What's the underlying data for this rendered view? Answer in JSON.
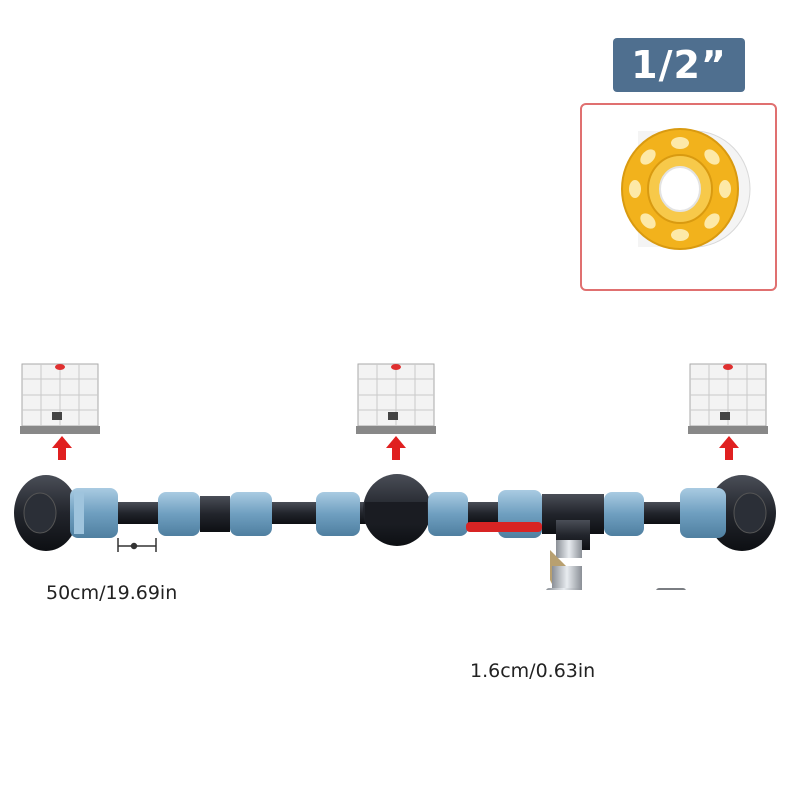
{
  "size_badge": "1/2”",
  "dimensions": {
    "pipe_length": "50cm/19.69in",
    "nozzle_size": "1.6cm/0.63in"
  },
  "plus_sign": "+",
  "colors": {
    "badge": "#4f6f8f",
    "coupling_blue": "#7ea9c6",
    "pipe_black": "#1c1f26",
    "arrow_red": "#e02020",
    "tape_yellow": "#f2b21c",
    "frame_border": "#e07070"
  },
  "icons": [
    "ibc-tank-icon",
    "up-arrow-icon",
    "ptfe-tape-icon",
    "ball-valve-icon",
    "hose-barb-icon",
    "hose-connector-icon"
  ]
}
